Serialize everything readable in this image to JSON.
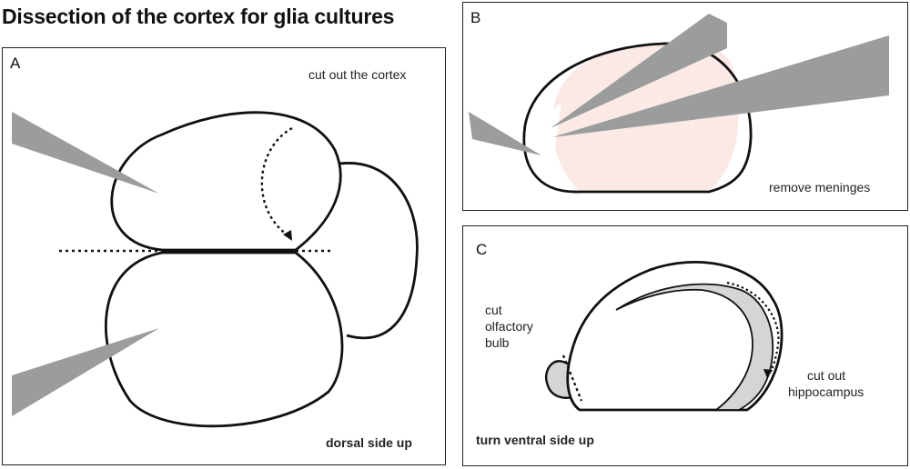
{
  "title": "Dissection of the cortex for glia cultures",
  "panel_a": {
    "letter": "A",
    "instruction": "cut out the cortex",
    "orientation": "dorsal side up"
  },
  "panel_b": {
    "letter": "B",
    "instruction": "remove meninges"
  },
  "panel_c": {
    "letter": "C",
    "olfactory_line1": "cut",
    "olfactory_line2": "olfactory",
    "olfactory_line3": "bulb",
    "hippocampus_line1": "cut out",
    "hippocampus_line2": "hippocampus",
    "orientation": "turn ventral side up"
  },
  "colors": {
    "outline": "#111111",
    "instrument": "#9a9d9b",
    "meninges": "#fbe9e6",
    "hippocampus": "#d4d6d6"
  }
}
